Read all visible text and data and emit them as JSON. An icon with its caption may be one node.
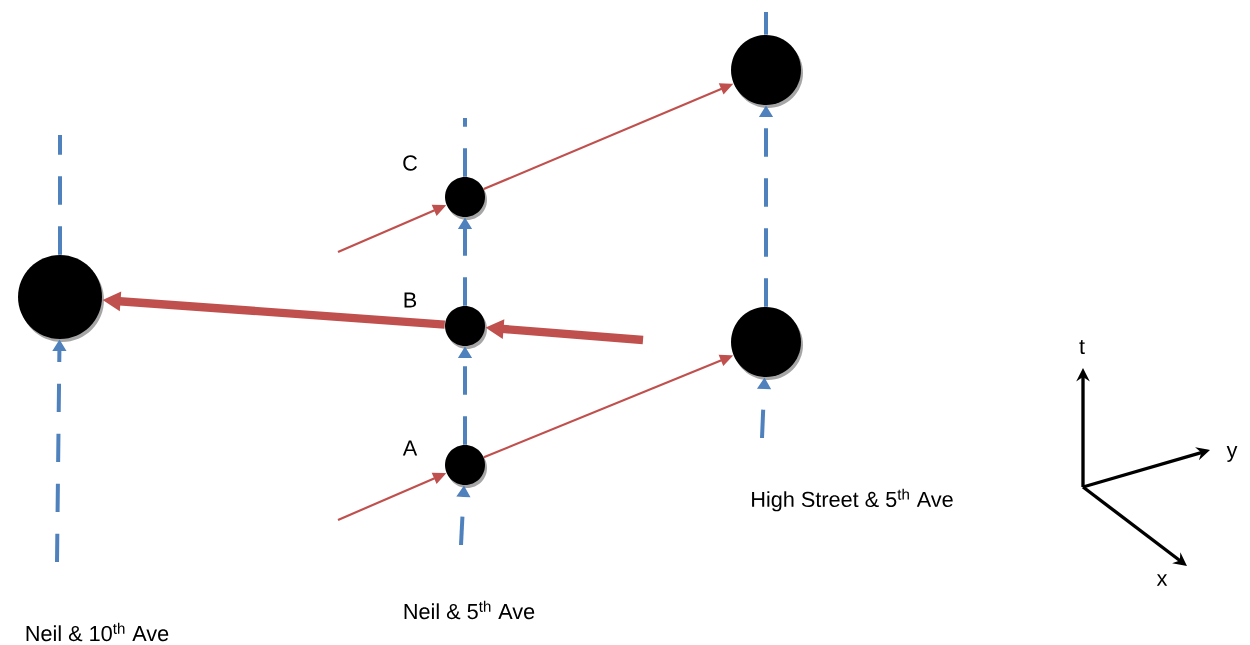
{
  "diagram": {
    "nodes": [
      {
        "text": [],
        "shape": "circle"
      },
      {
        "text": [],
        "shape": "circle",
        "beside": [
          "C"
        ]
      },
      {
        "text": [],
        "shape": "circle",
        "beside": [
          "B"
        ]
      },
      {
        "text": [],
        "shape": "circle",
        "beside": [
          "A"
        ]
      },
      {
        "text": [],
        "shape": "circle"
      },
      {
        "text": [],
        "shape": "circle"
      }
    ],
    "edges": [
      {
        "from": 0,
        "to": null,
        "arrow": "none",
        "style": "dashed"
      },
      {
        "from": null,
        "to": 0,
        "arrow": "to",
        "style": "dashed"
      },
      {
        "from": 1,
        "to": null,
        "arrow": "none",
        "style": "dashed"
      },
      {
        "from": 2,
        "to": 1,
        "arrow": "to",
        "style": "dashed"
      },
      {
        "from": 3,
        "to": 2,
        "arrow": "to",
        "style": "dashed"
      },
      {
        "from": null,
        "to": 3,
        "arrow": "to",
        "style": "dashed"
      },
      {
        "from": 4,
        "to": null,
        "arrow": "none",
        "style": "dashed"
      },
      {
        "from": 5,
        "to": 4,
        "arrow": "to",
        "style": "dashed"
      },
      {
        "from": null,
        "to": 5,
        "arrow": "to",
        "style": "dashed"
      },
      {
        "from": null,
        "to": 1,
        "arrow": "to",
        "color": "#c0504d"
      },
      {
        "from": 1,
        "to": 4,
        "arrow": "to",
        "color": "#c0504d"
      },
      {
        "from": null,
        "to": 3,
        "arrow": "to",
        "color": "#c0504d"
      },
      {
        "from": 3,
        "to": 5,
        "arrow": "to",
        "color": "#c0504d"
      },
      {
        "from": null,
        "to": 2,
        "arrow": "to",
        "style": "thick",
        "color": "#c0504d"
      },
      {
        "from": 2,
        "to": 0,
        "arrow": "to",
        "style": "thick",
        "color": "#c0504d"
      }
    ],
    "labels": [
      "High Street & 5$^{th}$ Ave",
      "t",
      "y",
      "x",
      "Neil & 5$^{th}$ Ave",
      "Neil & 10$^{th}$ Ave"
    ]
  }
}
